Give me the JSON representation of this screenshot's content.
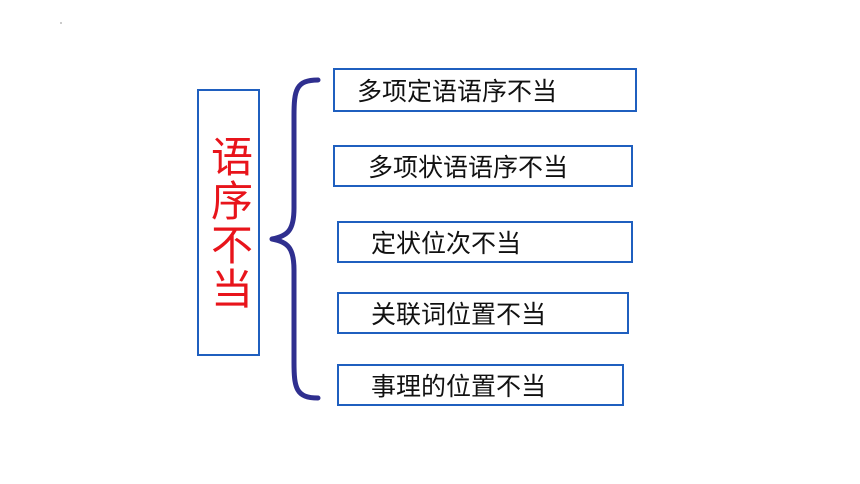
{
  "title": "语序不当",
  "items": [
    {
      "label": "多项定语语序不当"
    },
    {
      "label": "多项状语语序不当"
    },
    {
      "label": "定状位次不当"
    },
    {
      "label": "关联词位置不当"
    },
    {
      "label": "事理的位置不当"
    }
  ],
  "colors": {
    "title_text": "#e8141b",
    "box_border": "#1f5fbf",
    "brace": "#2f2f8f",
    "item_text": "#111111"
  }
}
